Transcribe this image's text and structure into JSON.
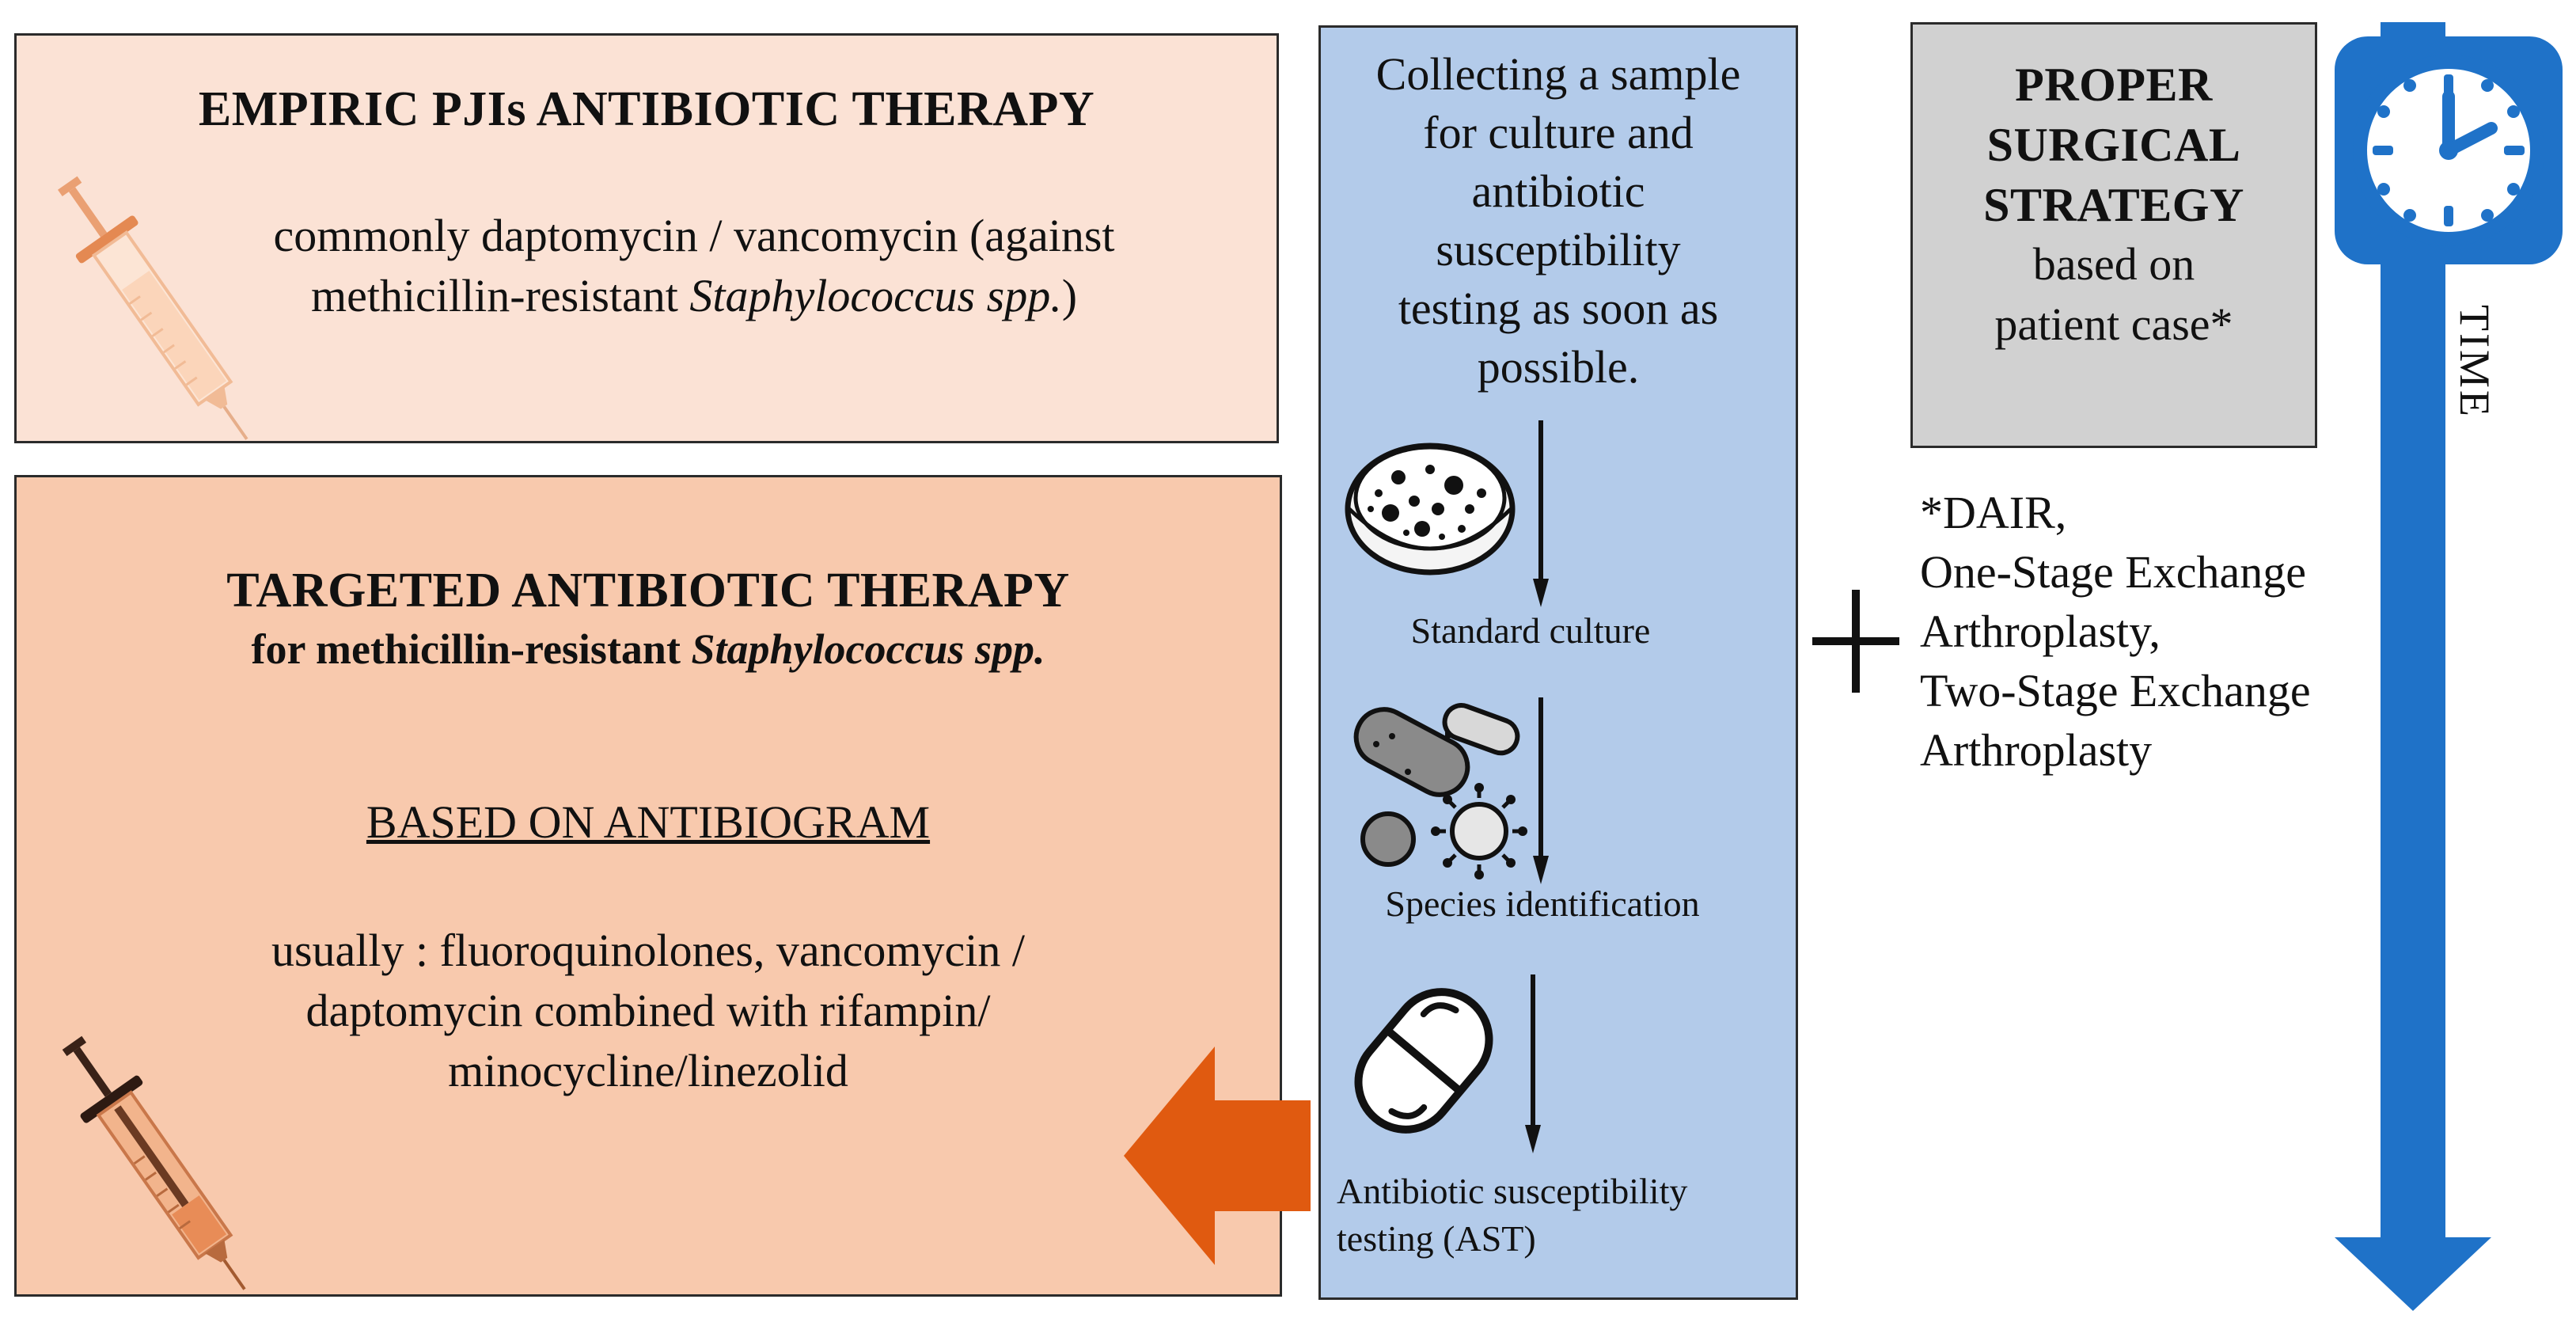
{
  "empiric": {
    "title": "EMPIRIC PJIs  ANTIBIOTIC THERAPY",
    "line1": "commonly daptomycin / vancomycin (against",
    "line2_prefix": "methicillin-resistant ",
    "line2_italic": "Staphylococcus spp.",
    "line2_suffix": ")"
  },
  "targeted": {
    "title": "TARGETED ANTIBIOTIC THERAPY",
    "subtitle_prefix": "for  methicillin-resistant ",
    "subtitle_italic": "Staphylococcus spp.",
    "based_on": "BASED ON ANTIBIOGRAM",
    "usually_lines": [
      "usually : fluoroquinolones, vancomycin /",
      "daptomycin combined with  rifampin/",
      "minocycline/linezolid"
    ]
  },
  "lab": {
    "intro_lines": [
      "Collecting a sample",
      "for culture and",
      "antibiotic",
      "susceptibility",
      "testing as soon as",
      "possible."
    ],
    "step1": "Standard culture",
    "step2": "Species identification",
    "step3_lines": [
      "Antibiotic susceptibility",
      "testing (AST)"
    ]
  },
  "surgery": {
    "title_lines": [
      "PROPER",
      "SURGICAL",
      "STRATEGY"
    ],
    "body_lines": [
      "based on",
      "patient case*"
    ]
  },
  "footnote": {
    "lines": [
      "*DAIR,",
      "One-Stage Exchange",
      "Arthroplasty,",
      "Two-Stage Exchange",
      "Arthroplasty"
    ]
  },
  "time_label": "TIME",
  "colors": {
    "empiric_fill": "#fbe2d5",
    "targeted_fill": "#f8c9ad",
    "lab_fill": "#b3cbea",
    "surgery_fill": "#d1d1d1",
    "orange_arrow": "#e05a10",
    "time_blue": "#1f72c8"
  },
  "icons": [
    "syringe-icon",
    "petri-dish-icon",
    "bacteria-icon",
    "capsule-icon",
    "clock-icon",
    "plus-icon"
  ]
}
